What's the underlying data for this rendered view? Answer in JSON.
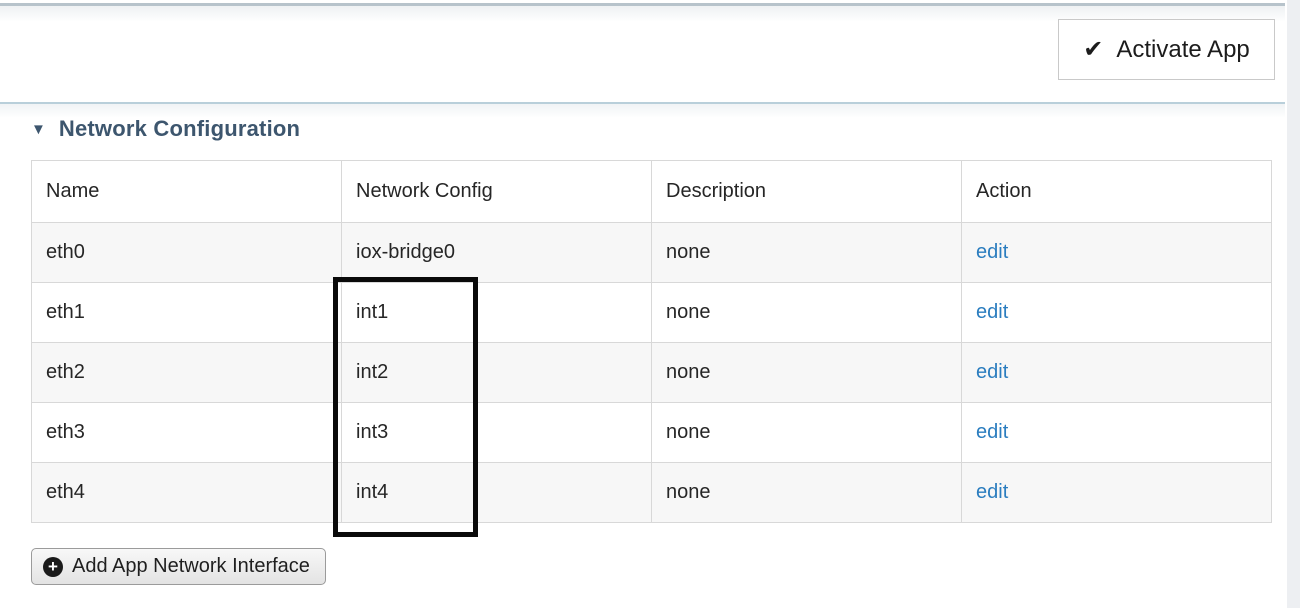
{
  "header": {
    "activate_button": {
      "label": "Activate App"
    }
  },
  "icons": {
    "check": "✔",
    "caret_down": "▼",
    "plus": "+"
  },
  "section": {
    "title": "Network Configuration"
  },
  "network_table": {
    "columns": [
      "Name",
      "Network Config",
      "Description",
      "Action"
    ],
    "rows": [
      {
        "name": "eth0",
        "network_config": "iox-bridge0",
        "description": "none",
        "action": "edit"
      },
      {
        "name": "eth1",
        "network_config": "int1",
        "description": "none",
        "action": "edit"
      },
      {
        "name": "eth2",
        "network_config": "int2",
        "description": "none",
        "action": "edit"
      },
      {
        "name": "eth3",
        "network_config": "int3",
        "description": "none",
        "action": "edit"
      },
      {
        "name": "eth4",
        "network_config": "int4",
        "description": "none",
        "action": "edit"
      }
    ]
  },
  "footer": {
    "add_button": {
      "label": "Add App Network Interface"
    }
  },
  "annotation": {
    "shape": "rectangle",
    "color": "#000000"
  },
  "colors": {
    "heading": "#3d566e",
    "link": "#2b7dbf",
    "row_alt": "#f7f7f7",
    "divider": "#b9cfda",
    "top_line": "#b7c3cb",
    "right_strip": "#edeff2"
  }
}
